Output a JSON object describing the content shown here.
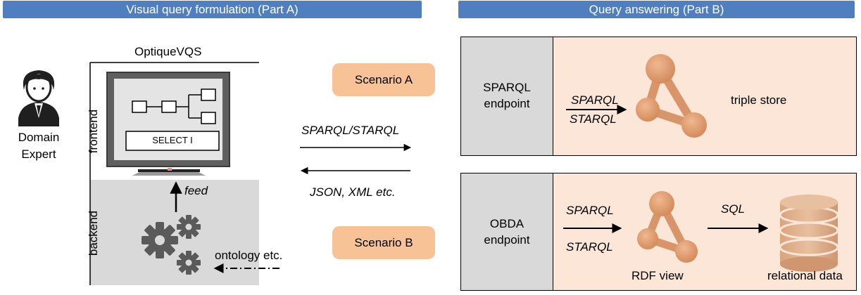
{
  "part_a": {
    "title": "Visual query formulation (Part A)"
  },
  "part_b": {
    "title": "Query answering (Part B)"
  },
  "tool": {
    "name": "OptiqueVQS",
    "frontend_label": "frontend",
    "backend_label": "backend",
    "select_label": "SELECT I",
    "feed_label": "feed"
  },
  "user": {
    "line1": "Domain",
    "line2": "Expert"
  },
  "flows": {
    "request": "SPARQL/STARQL",
    "response": "JSON, XML etc.",
    "ontology": "ontology etc."
  },
  "scenario_a": {
    "label": "Scenario A",
    "endpoint_line1": "SPARQL",
    "endpoint_line2": "endpoint",
    "lang1": "SPARQL",
    "lang2": "STARQL",
    "store": "triple store"
  },
  "scenario_b": {
    "label": "Scenario B",
    "endpoint_line1": "OBDA",
    "endpoint_line2": "endpoint",
    "lang1": "SPARQL",
    "lang2": "STARQL",
    "sql": "SQL",
    "rdf_view": "RDF view",
    "relational": "relational data"
  },
  "colors": {
    "banner": "#4f7fbf",
    "scenario": "#f7c296",
    "panel": "#fbe6d8",
    "endpoint": "#d9d9d9",
    "icon": "#d9956a"
  }
}
